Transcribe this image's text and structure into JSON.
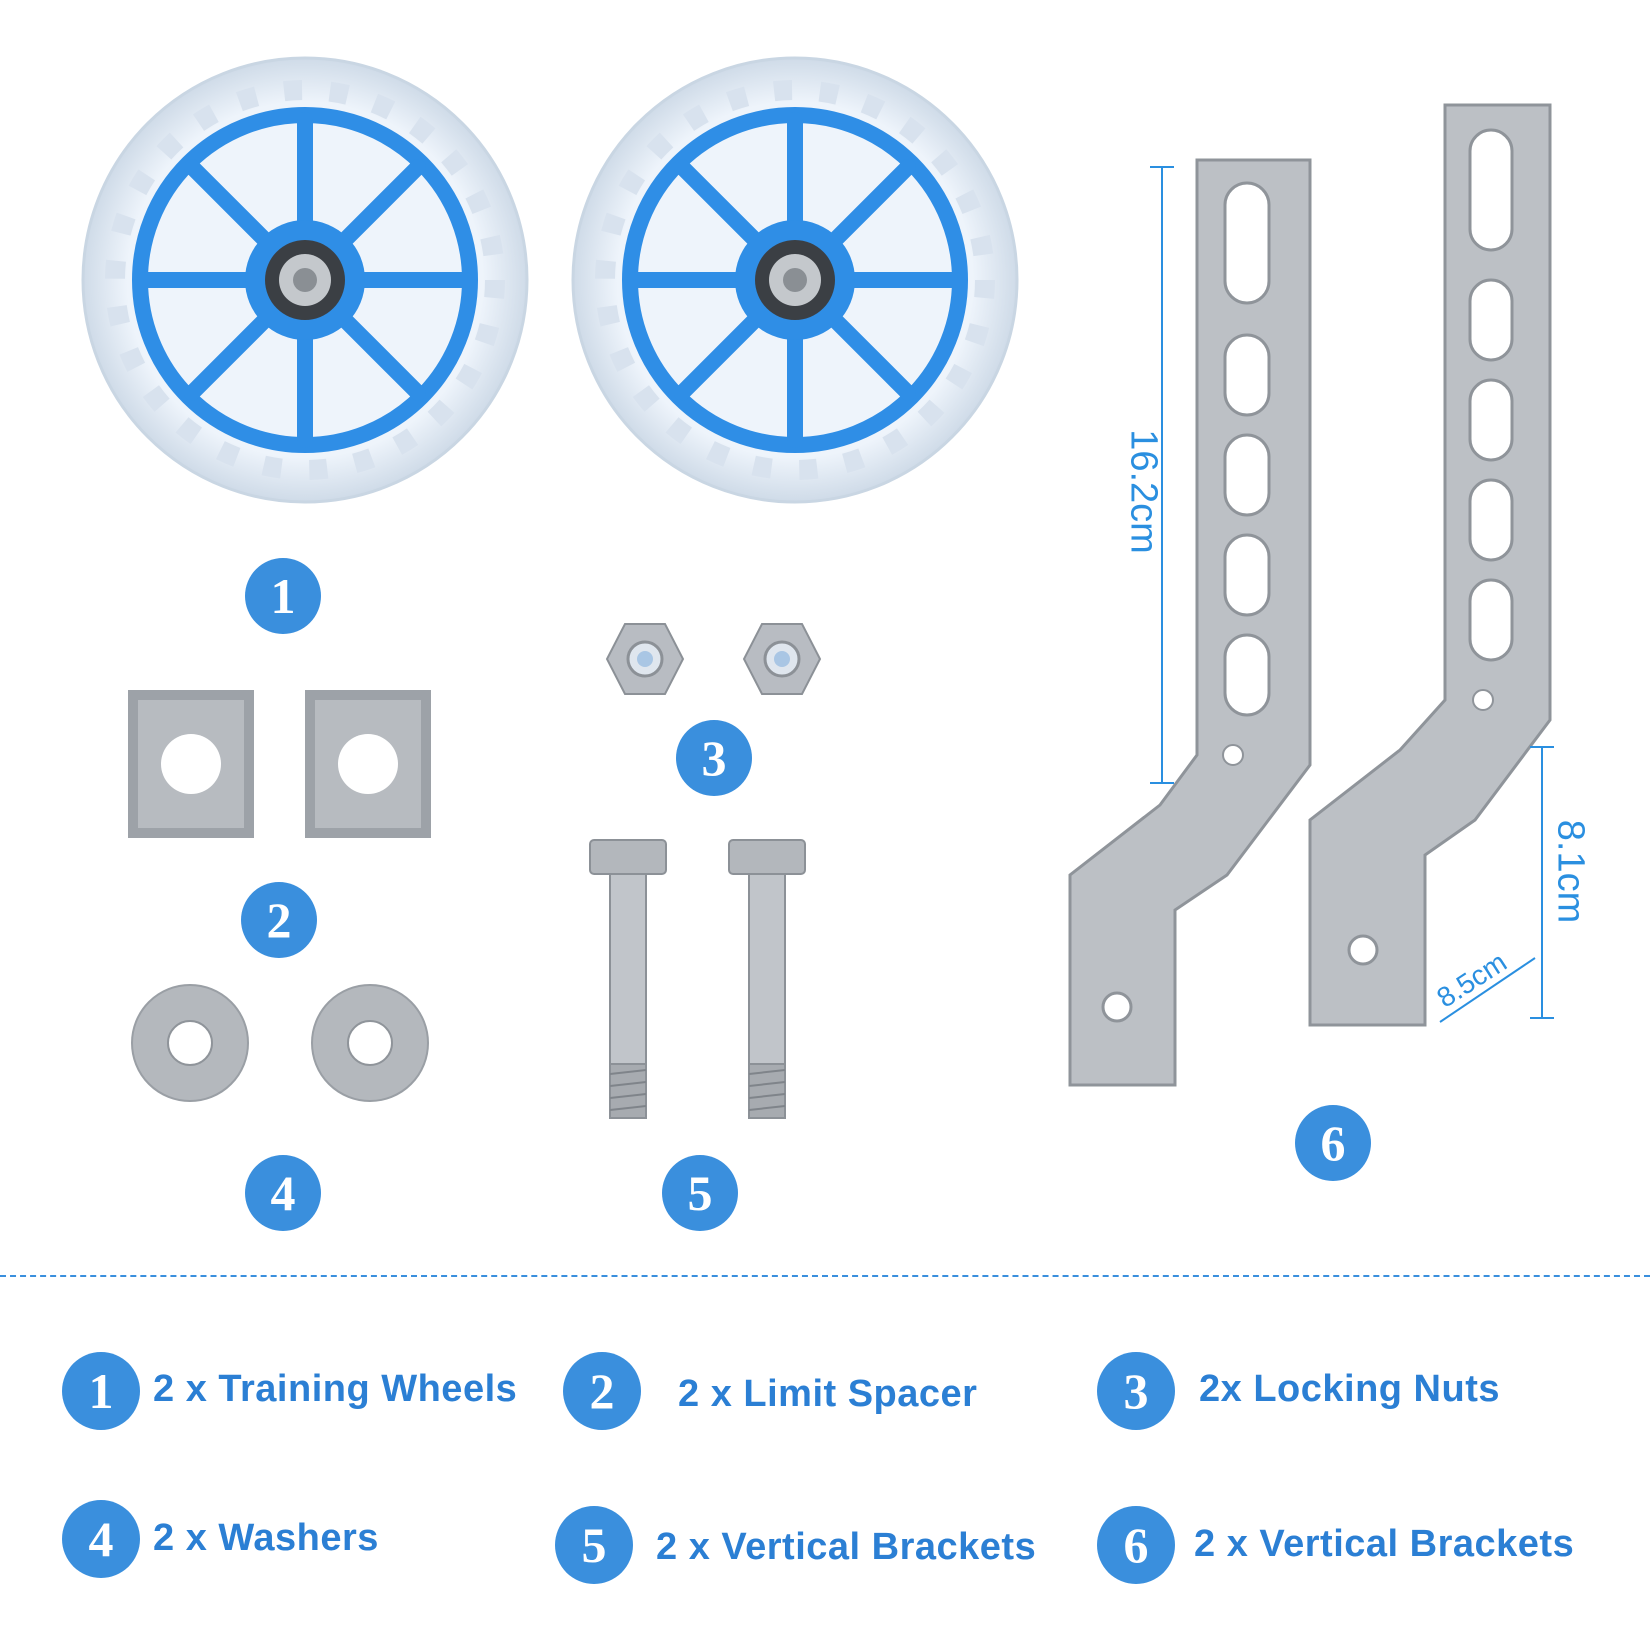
{
  "badges": [
    "1",
    "2",
    "3",
    "4",
    "5",
    "6"
  ],
  "dimensions": {
    "bracket_height": "16.2cm",
    "bracket_foot_height": "8.1cm",
    "bracket_foot_width": "8.5cm"
  },
  "legend": [
    {
      "num": "1",
      "text": "2 x Training Wheels"
    },
    {
      "num": "2",
      "text": "2 x Limit Spacer"
    },
    {
      "num": "3",
      "text": "2x Locking Nuts"
    },
    {
      "num": "4",
      "text": "2 x Washers"
    },
    {
      "num": "5",
      "text": "2 x Vertical Brackets"
    },
    {
      "num": "6",
      "text": "2 x Vertical Brackets"
    }
  ],
  "colors": {
    "accent": "#3a8fdd",
    "text": "#2b7fd4",
    "wheel_hub": "#2f8ee6",
    "metal": "#b8bcc2"
  }
}
